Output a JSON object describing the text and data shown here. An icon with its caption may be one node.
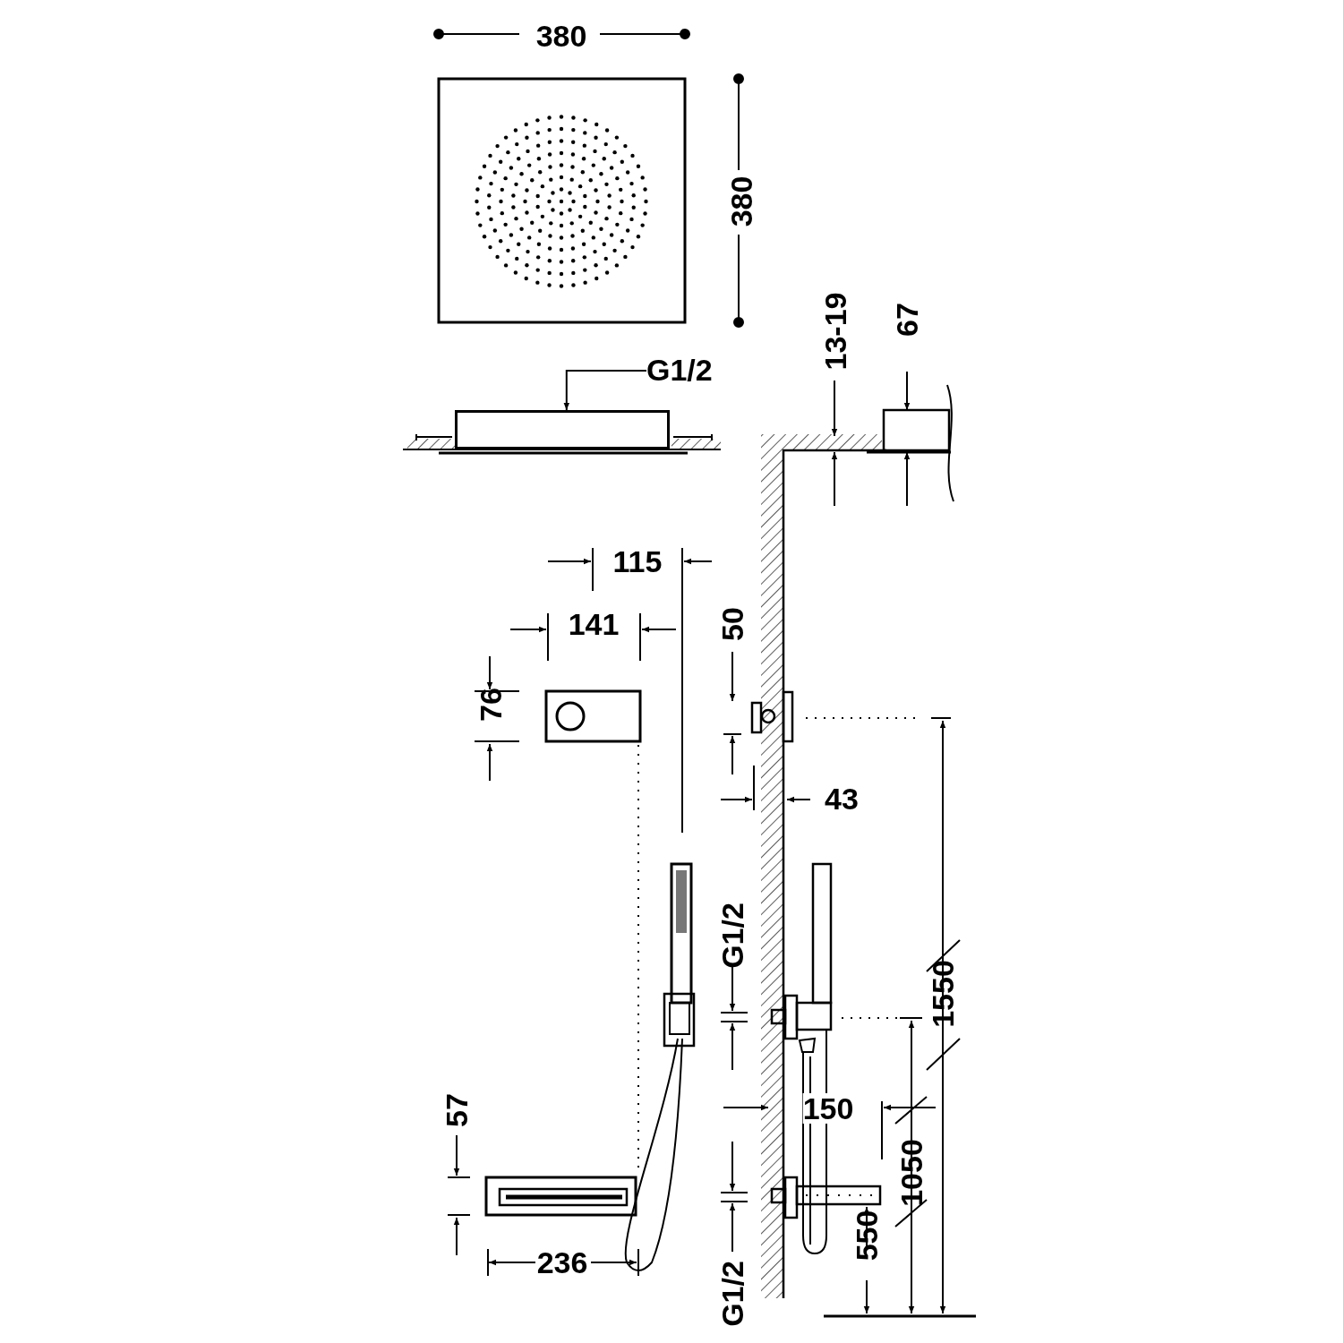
{
  "diagram": {
    "nodes": [
      {
        "text": [
          "G1/2"
        ]
      },
      {
        "text": [],
        "shape": "box"
      }
    ],
    "edges": [
      {
        "from": 0,
        "to": 1,
        "arrow": "to"
      }
    ],
    "labels": [
      "380",
      "380",
      "13-19",
      "67",
      "115",
      "141",
      "50",
      "76",
      "43",
      "G1/2",
      "150",
      "1550",
      "1050",
      "57",
      "236",
      "G1/2",
      "550"
    ]
  }
}
